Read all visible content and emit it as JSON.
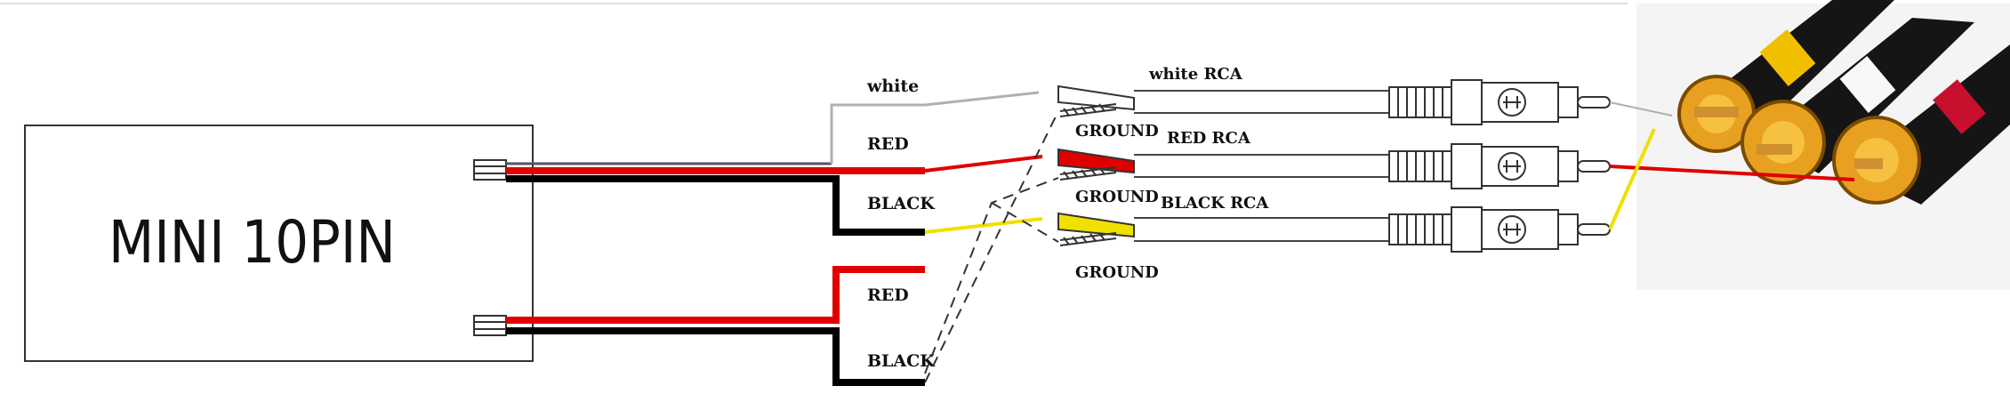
{
  "module": {
    "label": "MINI 10PIN"
  },
  "wire_labels": {
    "white": "white",
    "red_1": "RED",
    "black_1": "BLACK",
    "red_2": "RED",
    "black_2": "BLACK"
  },
  "ground_labels": [
    "GROUND",
    "GROUND",
    "GROUND"
  ],
  "rca_labels": [
    "white  RCA",
    "RED RCA",
    "BLACK  RCA"
  ],
  "colors": {
    "red": "#e00000",
    "black": "#000000",
    "white_wire": "#b0b0b0",
    "yellow": "#f0e000",
    "plug_gold": "#e8a020",
    "plug_body": "#151515"
  }
}
